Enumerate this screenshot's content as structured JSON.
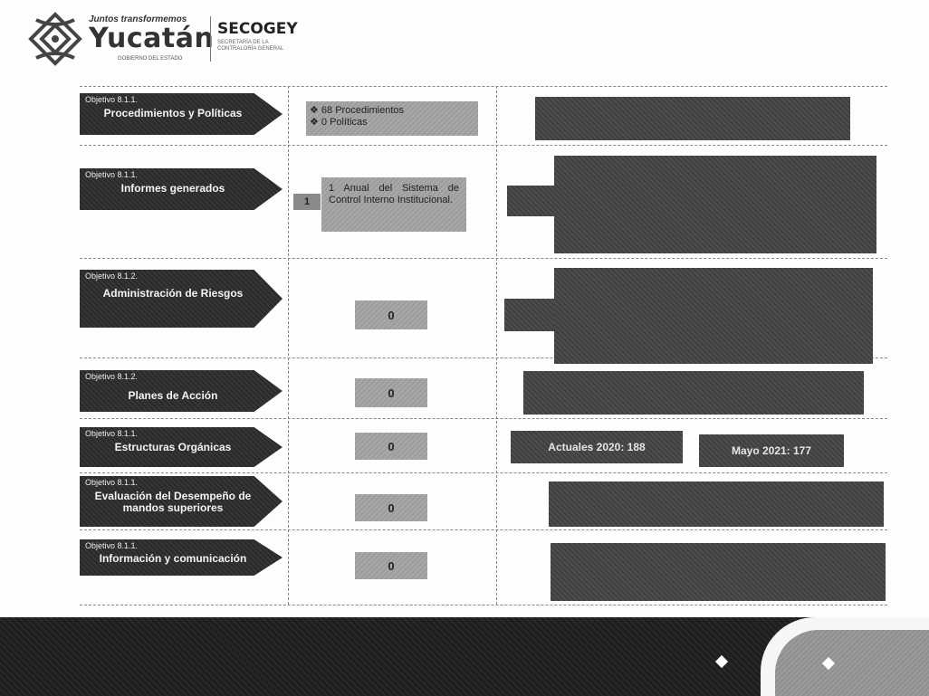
{
  "header": {
    "logo_tagline": "Juntos transformemos",
    "logo_name": "Yucatán",
    "logo_subtitle": "GOBIERNO DEL ESTADO",
    "secretariat_name": "SECOGEY",
    "secretariat_subtitle": "SECRETARÍA DE LA CONTRALORÍA GENERAL"
  },
  "rows": [
    {
      "objective": "Objetivo 8.1.1.",
      "title": "Procedimientos y Políticas",
      "values": [
        "68 Procedimientos",
        "0 Políticas"
      ],
      "detail": ""
    },
    {
      "objective": "Objetivo 8.1.1.",
      "title": "Informes generados",
      "tab": "1",
      "values": [
        "1 Anual del Sistema de Control Interno Institucional."
      ],
      "detail": ""
    },
    {
      "objective": "Objetivo 8.1.2.",
      "title": "Administración de Riesgos",
      "values": [
        "0"
      ],
      "detail": ""
    },
    {
      "objective": "Objetivo 8.1.2.",
      "title": "Planes de Acción",
      "values": [
        "0"
      ],
      "detail": ""
    },
    {
      "objective": "Objetivo 8.1.1.",
      "title": "Estructuras Orgánicas",
      "values": [
        "0"
      ],
      "detail_left": "Actuales 2020: 188",
      "detail_right": "Mayo 2021: 177"
    },
    {
      "objective": "Objetivo 8.1.1.",
      "title": "Evaluación del Desempeño de mandos superiores",
      "values": [
        "0"
      ],
      "detail": ""
    },
    {
      "objective": "Objetivo 8.1.1.",
      "title": "Información y comunicación",
      "values": [
        "0"
      ],
      "detail": ""
    }
  ],
  "colors": {
    "arrow": "#2a2a2a",
    "value_box": "#a8a8a8",
    "detail_box": "#3f3f3f",
    "footer": "#1e1e1e"
  }
}
